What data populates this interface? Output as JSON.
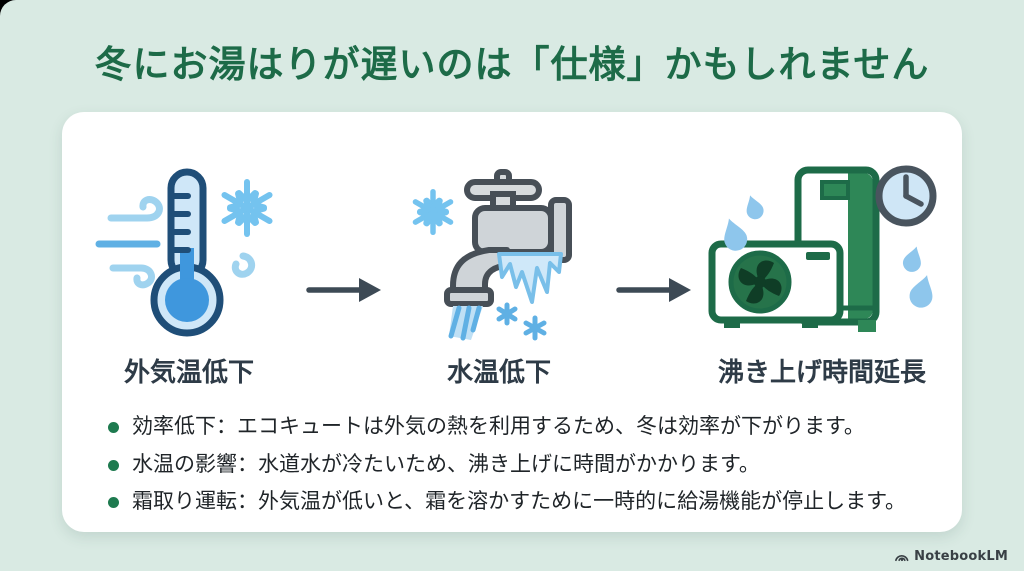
{
  "page": {
    "title": "冬にお湯はりが遅いのは「仕様」かもしれません"
  },
  "flow": {
    "steps": [
      {
        "label": "外気温低下",
        "icon": "cold-wind-thermometer-icon"
      },
      {
        "label": "水温低下",
        "icon": "frozen-faucet-icon"
      },
      {
        "label": "沸き上げ時間延長",
        "icon": "heat-pump-clock-icon"
      }
    ],
    "arrow_glyph": "→"
  },
  "bullets": [
    "効率低下：エコキュートは外気の熱を利用するため、冬は効率が下がります。",
    "水温の影響：水道水が冷たいため、沸き上げに時間がかかります。",
    "霜取り運転：外気温が低いと、霜を溶かすために一時的に給湯機能が停止します。"
  ],
  "footer": {
    "brand": "NotebookLM"
  },
  "colors": {
    "background": "#d9eae3",
    "card": "#ffffff",
    "title": "#1d6b48",
    "label": "#2e3b47",
    "arrow": "#3d4a55",
    "bullet_dot": "#1e7a4f",
    "body_text": "#1f2428",
    "accent_blue_light": "#9fd3ef",
    "accent_blue": "#5fb0e4",
    "thermometer_fill": "#3f97dd",
    "faucet_gray": "#cfd4d8",
    "eco_green": "#2e8757",
    "eco_green_dark": "#1d6b48"
  }
}
